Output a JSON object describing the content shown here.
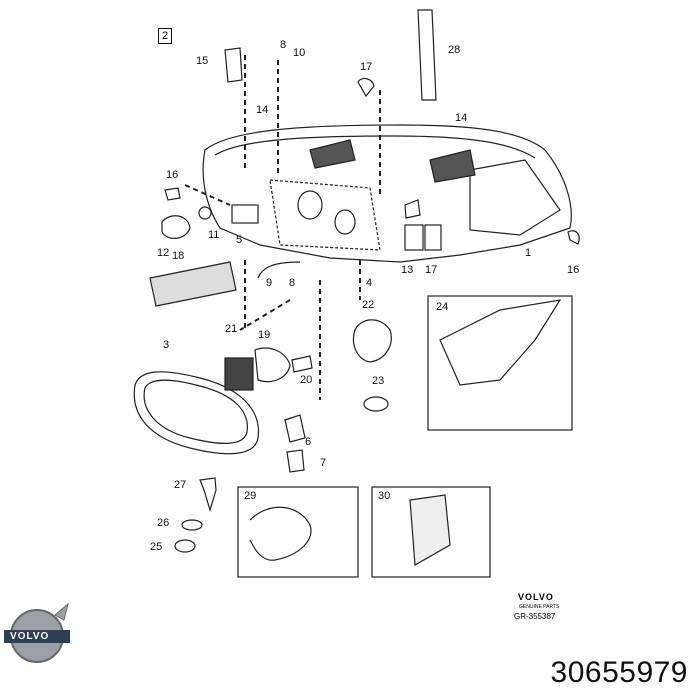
{
  "diagram": {
    "group_number": "2",
    "callouts": {
      "c1": "1",
      "c2": "2",
      "c3": "3",
      "c4": "4",
      "c5": "5",
      "c6": "6",
      "c7": "7",
      "c8a": "8",
      "c8b": "8",
      "c9": "9",
      "c10": "10",
      "c11": "11",
      "c12": "12",
      "c13": "13",
      "c14a": "14",
      "c14b": "14",
      "c15": "15",
      "c16a": "16",
      "c16b": "16",
      "c17a": "17",
      "c17b": "17",
      "c18": "18",
      "c19": "19",
      "c20": "20",
      "c21": "21",
      "c22": "22",
      "c23": "23",
      "c24": "24",
      "c25": "25",
      "c26": "26",
      "c27": "27",
      "c28": "28",
      "c29": "29",
      "c30": "30"
    },
    "brand_text": "VOLVO",
    "brand_subtext": "GENUINE PARTS",
    "reference": "GR-355387"
  },
  "footer": {
    "logo_text": "VOLVO",
    "part_number": "30655979"
  }
}
